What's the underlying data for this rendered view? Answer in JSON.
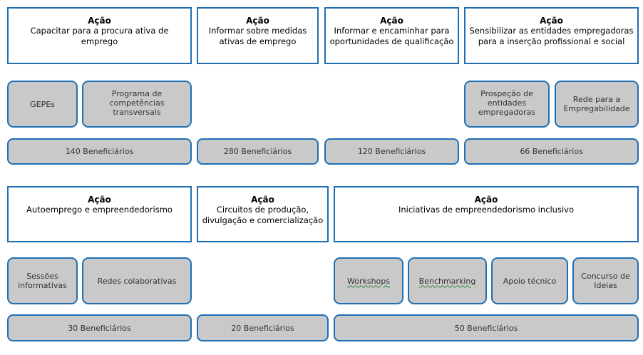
{
  "row1": {
    "actions": [
      {
        "head": "Ação",
        "text": "Capacitar para a procura ativa de emprego"
      },
      {
        "head": "Ação",
        "text": "Informar sobre medidas ativas de emprego"
      },
      {
        "head": "Ação",
        "text": "Informar e encaminhar para oportunidades de qualificação"
      },
      {
        "head": "Ação",
        "text": "Sensibilizar as entidades empregadoras para a inserção profissional e social"
      }
    ],
    "items": [
      {
        "label": "GEPEs"
      },
      {
        "label": "Programa de competências transversais"
      },
      {
        "label": "Prospeção de entidades empregadoras"
      },
      {
        "label": "Rede para a Empregabilidade"
      }
    ],
    "beneficiaries": [
      {
        "label": "140 Beneficiários"
      },
      {
        "label": "280 Beneficiários"
      },
      {
        "label": "120 Beneficiários"
      },
      {
        "label": "66 Beneficiários"
      }
    ]
  },
  "row2": {
    "actions": [
      {
        "head": "Ação",
        "text": "Autoemprego e empreendedorismo"
      },
      {
        "head": "Ação",
        "text": "Circuitos de produção, divulgação e comercialização"
      },
      {
        "head": "Ação",
        "text": "Iniciativas de empreendedorismo inclusivo"
      }
    ],
    "items": [
      {
        "label": "Sessões informativas"
      },
      {
        "label": "Redes colaborativas"
      },
      {
        "label": "Workshops"
      },
      {
        "label": "Benchmarking"
      },
      {
        "label": "Apoio técnico"
      },
      {
        "label": "Concurso de Ideias"
      }
    ],
    "beneficiaries": [
      {
        "label": "30 Beneficiários"
      },
      {
        "label": "20 Beneficiários"
      },
      {
        "label": "50 Beneficiários"
      }
    ]
  }
}
